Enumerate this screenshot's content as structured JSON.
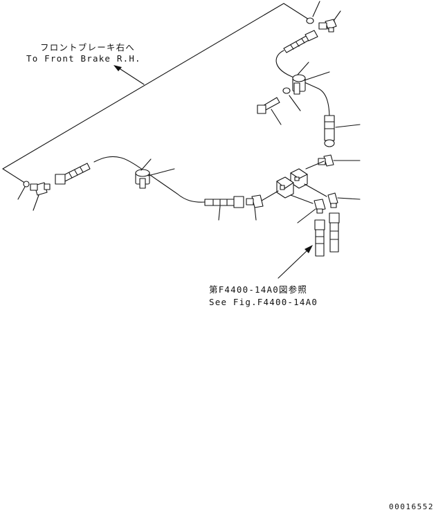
{
  "labels": {
    "front_brake_jp": "フロントブレーキ右へ",
    "front_brake_en": "To Front Brake R.H.",
    "see_fig_jp": "第F4400-14A0図参照",
    "see_fig_en": "See Fig.F4400-14A0",
    "drawing_number": "00016552"
  }
}
